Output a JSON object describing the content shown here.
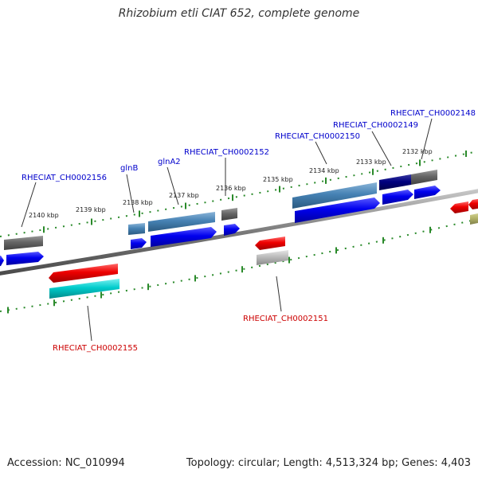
{
  "title": "Rhizobium etli CIAT 652, complete genome",
  "footer": {
    "accession": "Accession: NC_010994",
    "summary": "Topology: circular; Length: 4,513,324 bp; Genes: 4,403"
  },
  "colors": {
    "backbone": "#8a8a8a",
    "tick": "#2a8a2a",
    "forward_label": "#0000cc",
    "reverse_label": "#cc0000",
    "gene_blue": "#0000ee",
    "gene_steel": "#4682b4",
    "gene_navy": "#000080",
    "gene_gray": "#666666",
    "gene_red": "#ee0000",
    "gene_cyan": "#00cccc",
    "gene_silver": "#bbbbbb",
    "gene_olive": "#b5b56a"
  },
  "ticks": {
    "upper": [
      "2140 kbp",
      "2139 kbp",
      "2138 kbp",
      "2137 kbp",
      "2136 kbp",
      "2135 kbp",
      "2134 kbp",
      "2133 kbp",
      "2132 kbp"
    ]
  },
  "labels": {
    "forward": [
      "RHECIAT_CH0002156",
      "glnB",
      "glnA2",
      "RHECIAT_CH0002152",
      "RHECIAT_CH0002150",
      "RHECIAT_CH0002149",
      "RHECIAT_CH0002148"
    ],
    "reverse": [
      "RHECIAT_CH0002155",
      "RHECIAT_CH0002151"
    ]
  }
}
